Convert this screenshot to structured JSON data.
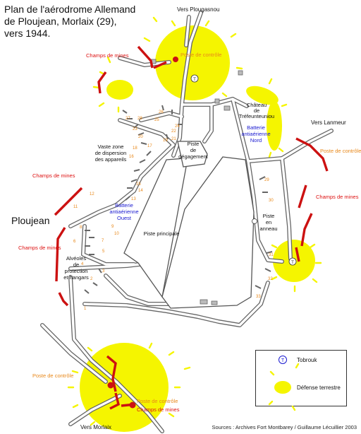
{
  "title": {
    "line1": "Plan de l'aérodrome Allemand",
    "line2": "de Ploujean, Morlaix (29),",
    "line3": "vers 1944."
  },
  "place_names": {
    "ploujean": "Ploujean",
    "vers_plougasnou": "Vers Plougasnou",
    "vers_lanmeur": "Vers Lanmeur",
    "vers_morlaix": "Vers Morlaix",
    "chateau_line1": "Château",
    "chateau_line2": "de",
    "chateau_line3": "Tréfeunteuniou"
  },
  "area_labels": {
    "vaste_line1": "Vaste zone",
    "vaste_line2": "de dispersion",
    "vaste_line3": "des appareils",
    "piste_deg_line1": "Piste",
    "piste_deg_line2": "de",
    "piste_deg_line3": "dégagement",
    "piste_principale": "Piste principale",
    "piste_anneau_line1": "Piste",
    "piste_anneau_line2": "en",
    "piste_anneau_line3": "anneau",
    "alveoles_line1": "Alvéoles",
    "alveoles_line2": "de",
    "alveoles_line3": "protection",
    "alveoles_line4": "et hangars"
  },
  "batteries": {
    "nord_line1": "Batterie",
    "nord_line2": "antiaérienne",
    "nord_line3": "Nord",
    "ouest_line1": "Batterie",
    "ouest_line2": "antiaérienne",
    "ouest_line3": "Ouest"
  },
  "defense_labels": {
    "champs_de_mines": "Champs de mines",
    "poste_de_controle": "Poste de contrôle"
  },
  "bay_numbers": [
    "1",
    "2",
    "3",
    "4",
    "5",
    "6",
    "7",
    "8",
    "9",
    "10",
    "11",
    "12",
    "13",
    "14",
    "15",
    "16",
    "17",
    "18",
    "19",
    "20",
    "21",
    "22",
    "23",
    "24",
    "25",
    "26",
    "27",
    "28",
    "29",
    "30",
    "31",
    "32",
    "33"
  ],
  "legend": {
    "tobrouk_symbol": "T",
    "tobrouk": "Tobrouk",
    "defense": "Défense terrestre"
  },
  "source": "Sources : Archives Fort Montbarey / Guillaume Lécuillier 2003",
  "colors": {
    "defense_zone": "#f5f500",
    "minefield": "#cc1111",
    "poste_label": "#e8881a",
    "minefield_label": "#dd1111",
    "battery_label": "#1a1ad0",
    "road": "#666666",
    "numbers": "#e8881a"
  }
}
